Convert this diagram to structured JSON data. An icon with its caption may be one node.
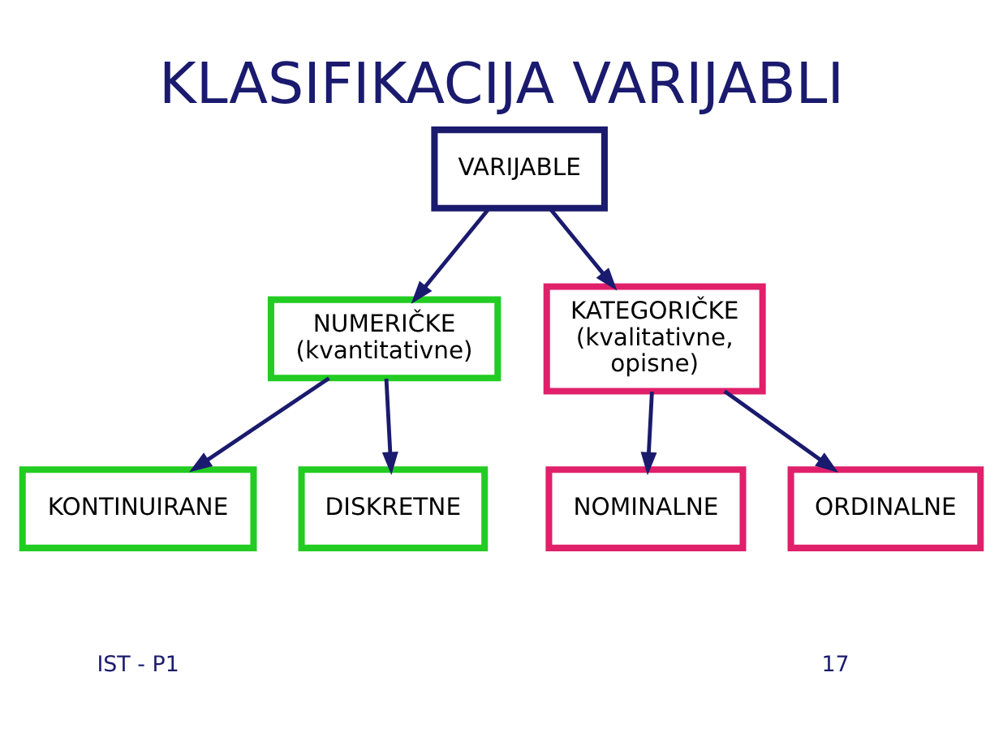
{
  "diagram": {
    "title": "KLASIFIKACIJA VARIJABLI",
    "nodes": [
      {
        "text": [
          "VARIJABLE"
        ]
      },
      {
        "text": [
          "NUMERIČKE (kvantitativne)"
        ]
      },
      {
        "text": [
          "KATEGORIČKE (kvalitativne, opisne)"
        ]
      },
      {
        "text": [
          "KONTINUIRANE"
        ]
      },
      {
        "text": [
          "DISKRETNE"
        ]
      },
      {
        "text": [
          "NOMINALNE"
        ]
      },
      {
        "text": [
          "ORDINALNE"
        ]
      }
    ],
    "edges": [
      {
        "from": 0,
        "to": 1,
        "arrow": "to"
      },
      {
        "from": 0,
        "to": 2,
        "arrow": "to"
      },
      {
        "from": 1,
        "to": 3,
        "arrow": "to"
      },
      {
        "from": 1,
        "to": 4,
        "arrow": "to"
      },
      {
        "from": 2,
        "to": 5,
        "arrow": "to"
      },
      {
        "from": 2,
        "to": 6,
        "arrow": "to"
      }
    ],
    "labels": [
      "IST - P1",
      "17"
    ]
  }
}
